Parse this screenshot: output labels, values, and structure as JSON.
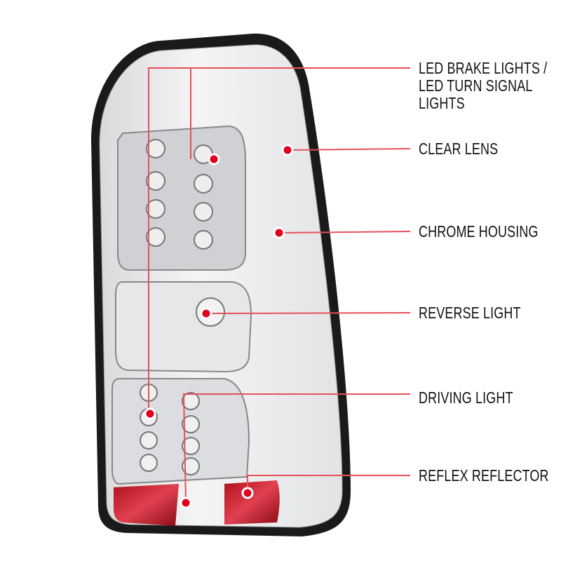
{
  "accent_color": "#e8505a",
  "dot_color": "#e3001b",
  "callouts": [
    {
      "id": "led-brake",
      "lines": [
        "LED BRAKE LIGHTS /",
        "LED TURN SIGNAL",
        "LIGHTS"
      ]
    },
    {
      "id": "clear-lens",
      "lines": [
        "CLEAR LENS"
      ]
    },
    {
      "id": "chrome-housing",
      "lines": [
        "CHROME HOUSING"
      ]
    },
    {
      "id": "reverse-light",
      "lines": [
        "REVERSE LIGHT"
      ]
    },
    {
      "id": "driving-light",
      "lines": [
        "DRIVING LIGHT"
      ]
    },
    {
      "id": "reflex-reflector",
      "lines": [
        "REFLEX REFLECTOR"
      ]
    }
  ]
}
